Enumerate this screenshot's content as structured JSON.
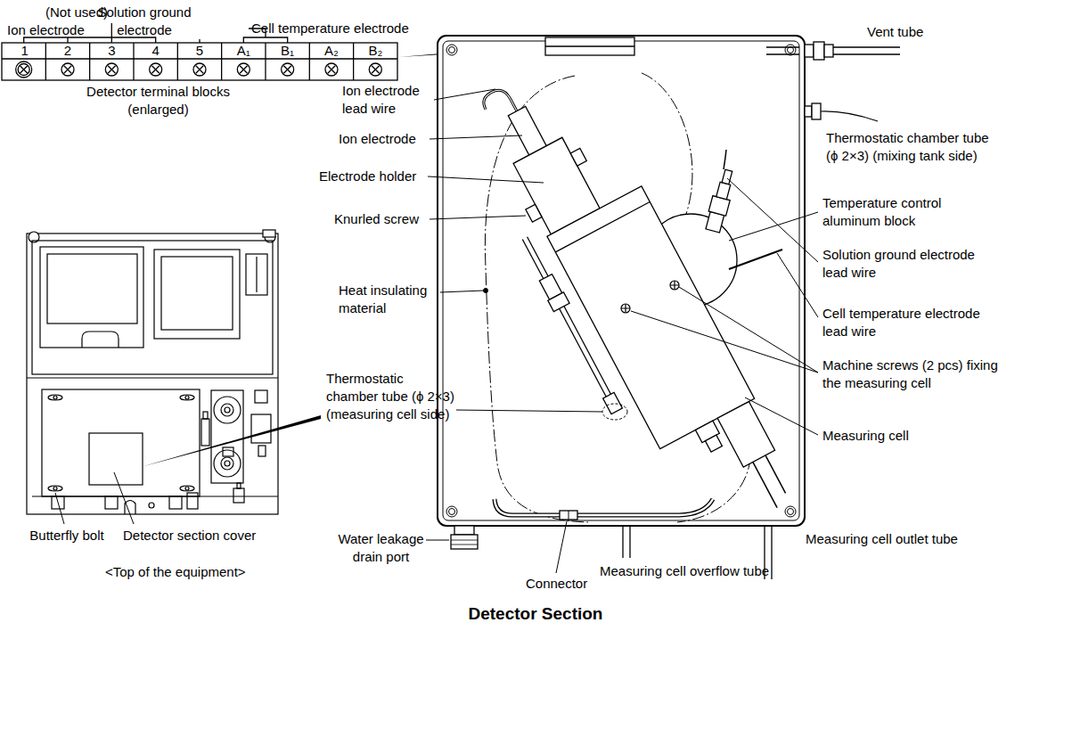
{
  "diagram": {
    "caption": "Detector Section",
    "labels": [
      "(Not used)",
      "Ion electrode",
      "Solution ground electrode",
      "Cell temperature electrode",
      "1",
      "2",
      "3",
      "4",
      "5",
      "A₁",
      "B₁",
      "A₂",
      "B₂",
      "Detector terminal blocks (enlarged)",
      "Vent tube",
      "Ion electrode lead wire",
      "Thermostatic chamber tube (ϕ 2×3) (mixing tank side)",
      "Ion electrode",
      "Electrode holder",
      "Temperature control aluminum block",
      "Knurled screw",
      "Solution ground electrode lead wire",
      "Heat insulating material",
      "Cell temperature electrode lead wire",
      "Machine screws (2 pcs) fixing the measuring cell",
      "Thermostatic chamber tube (ϕ 2×3) (measuring cell side)",
      "Measuring cell",
      "Butterfly bolt",
      "Detector section cover",
      "Water leakage drain port",
      "Measuring cell outlet tube",
      "<Top of the equipment>",
      "Connector",
      "Measuring cell overflow tube"
    ]
  }
}
